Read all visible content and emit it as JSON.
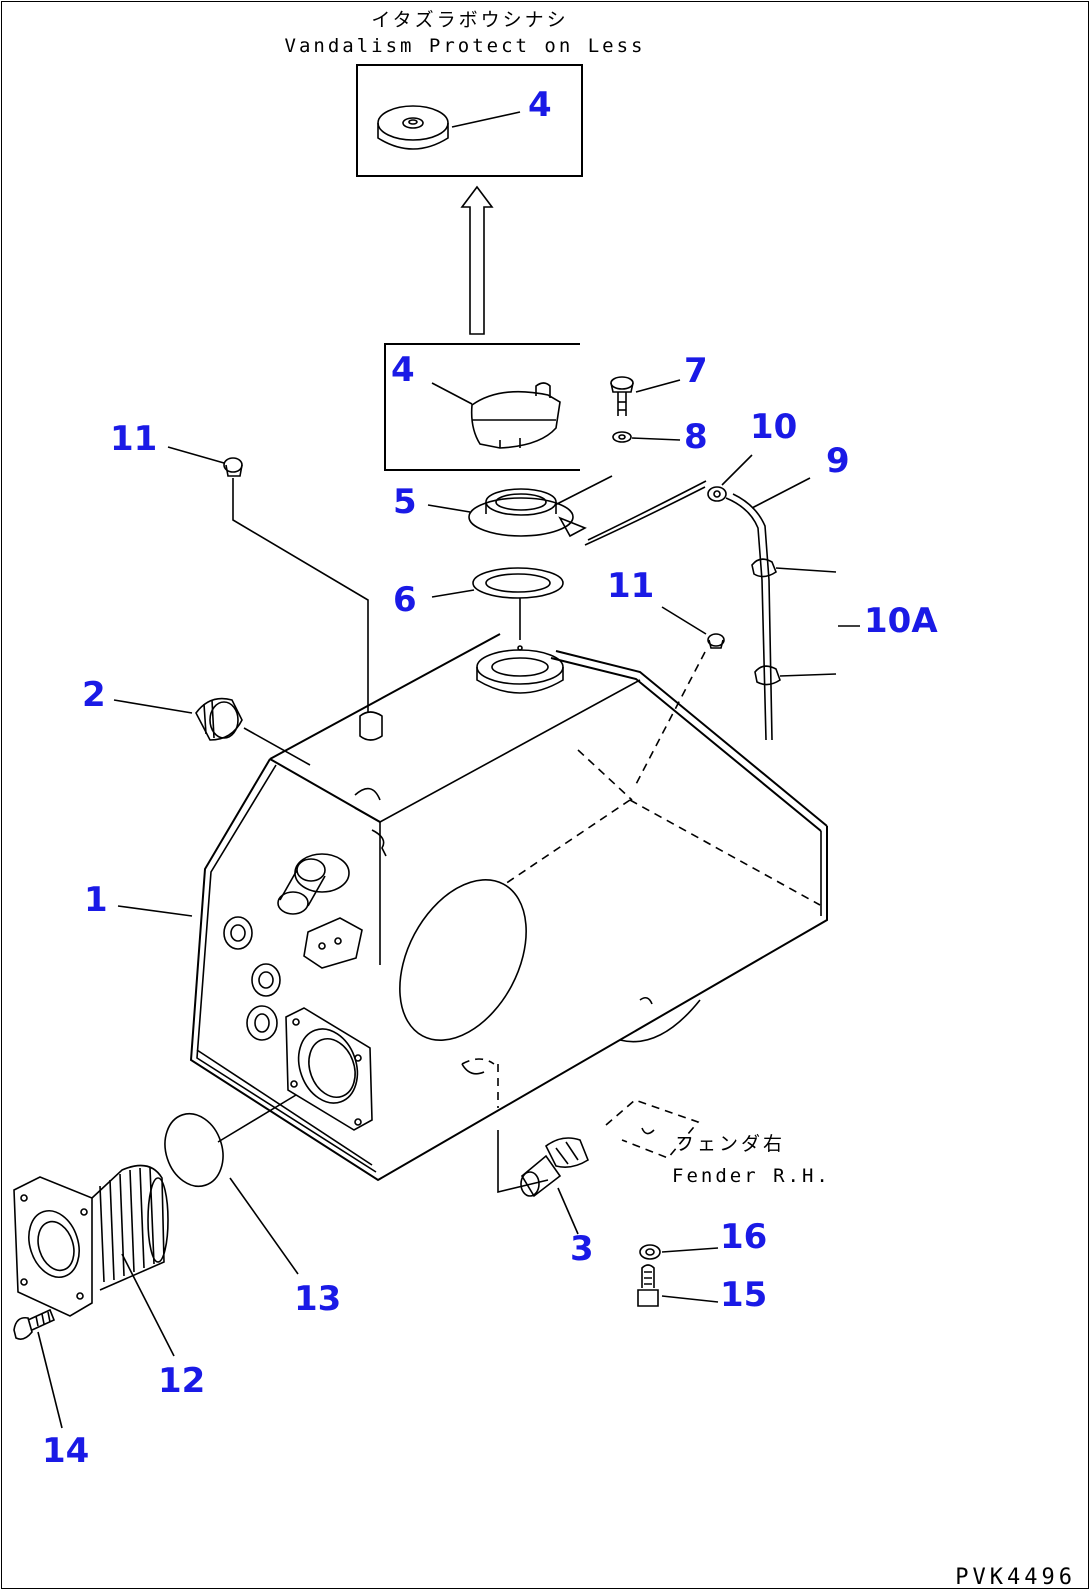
{
  "notes": {
    "vandalism_jp": "イタズラボウシナシ",
    "vandalism_en": "Vandalism Protect on Less",
    "fender_jp": "フェンダ右",
    "fender_en": "Fender R.H."
  },
  "drawing_code": "PVK4496",
  "callouts": {
    "c4_top": "4",
    "c4": "4",
    "c7": "7",
    "c8": "8",
    "c10": "10",
    "c9": "9",
    "c11_left": "11",
    "c5": "5",
    "c6": "6",
    "c11_right": "11",
    "c10A": "10A",
    "c2": "2",
    "c1": "1",
    "c3": "3",
    "c16": "16",
    "c15": "15",
    "c13": "13",
    "c12": "12",
    "c14": "14"
  },
  "colors": {
    "callout": "#1a1ae6",
    "line": "#000000",
    "background": "#ffffff"
  }
}
